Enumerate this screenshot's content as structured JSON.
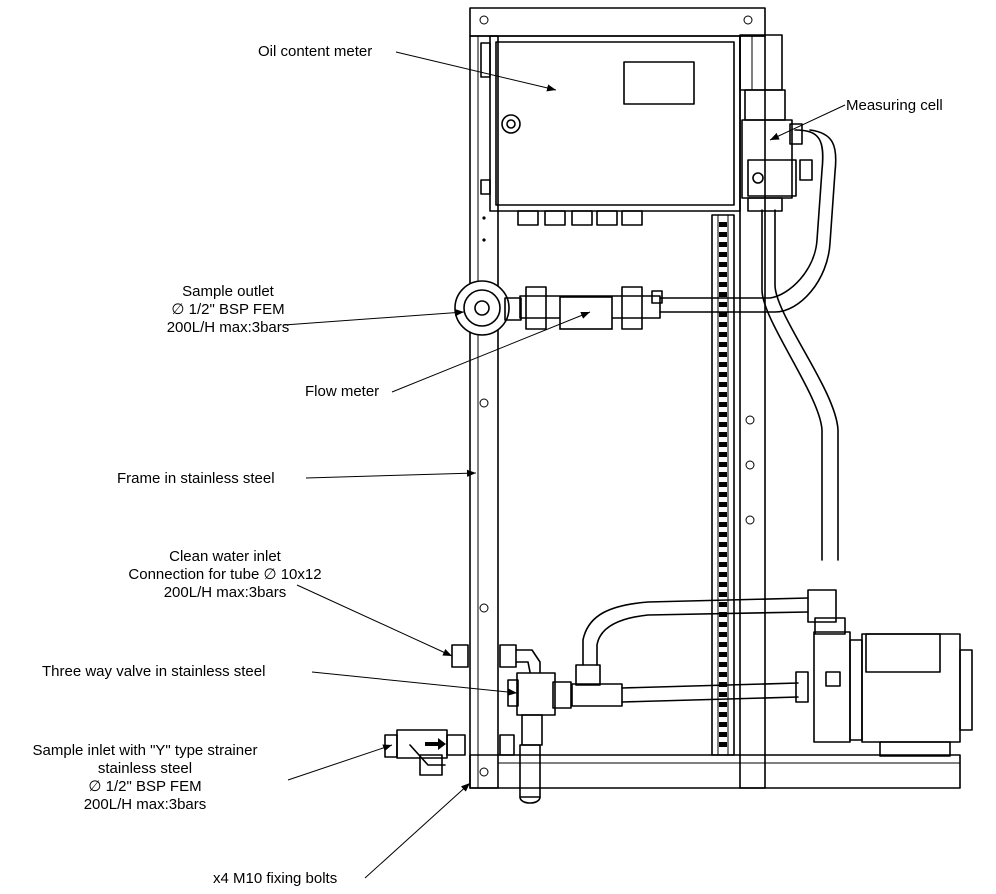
{
  "labels": {
    "oil_meter": "Oil content meter",
    "measuring_cell": "Measuring cell",
    "sample_outlet": [
      "Sample outlet",
      "∅ 1/2\" BSP FEM",
      "200L/H max:3bars"
    ],
    "flow_meter": "Flow meter",
    "frame": "Frame in stainless steel",
    "clean_water": [
      "Clean water inlet",
      "Connection for tube ∅ 10x12",
      "200L/H max:3bars"
    ],
    "three_way_valve": "Three way valve in stainless steel",
    "sample_inlet": [
      "Sample inlet with \"Y\" type strainer",
      "stainless steel",
      "∅ 1/2\" BSP FEM",
      "200L/H max:3bars"
    ],
    "fixing_bolts": "x4 M10 fixing bolts"
  },
  "colors": {
    "line": "#000000",
    "background": "#ffffff"
  }
}
